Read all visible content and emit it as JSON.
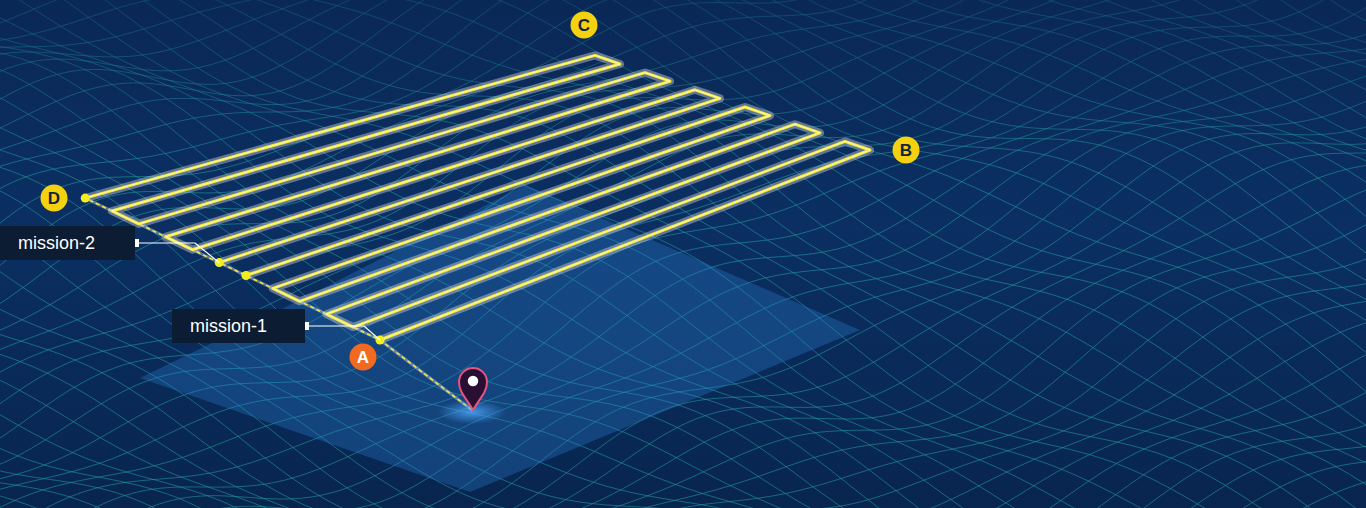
{
  "diagram": {
    "nodes": [
      {
        "text": [
          "C"
        ]
      },
      {
        "text": [
          "B"
        ]
      },
      {
        "text": [
          "D"
        ]
      },
      {
        "text": [
          "mission-2"
        ]
      },
      {
        "text": [
          "mission-1"
        ]
      },
      {
        "text": [
          "A"
        ]
      }
    ]
  }
}
